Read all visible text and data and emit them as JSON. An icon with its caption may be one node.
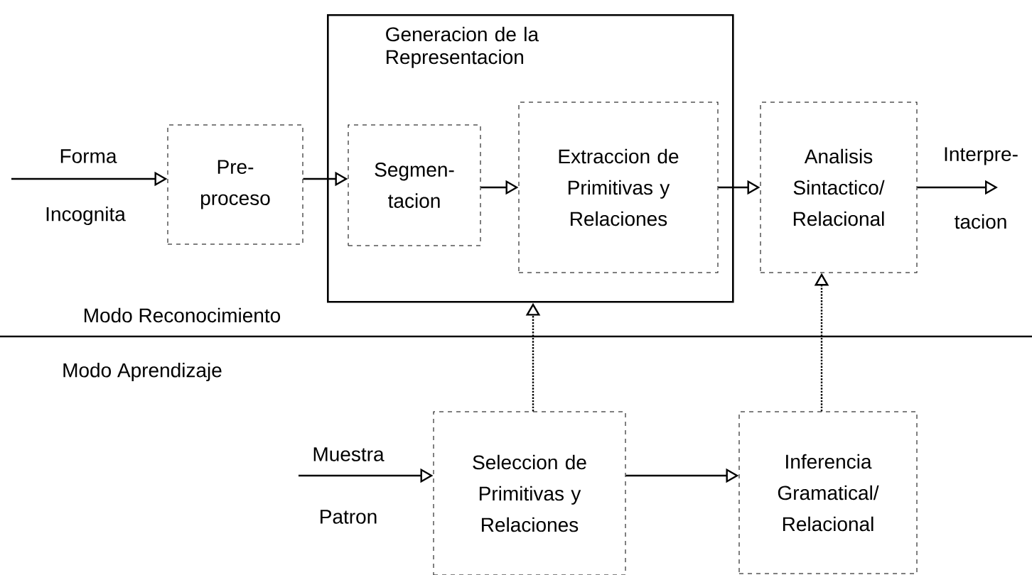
{
  "diagram": {
    "nodes": [
      {
        "text": [
          "Pre- proceso"
        ]
      },
      {
        "text": [
          "Generacion de la Representacion"
        ]
      },
      {
        "text": [
          "Segmen- tacion"
        ],
        "in": 1
      },
      {
        "text": [
          "Extraccion de Primitivas y Relaciones"
        ],
        "in": 1
      },
      {
        "text": [
          "Analisis Sintactico/ Relacional"
        ]
      },
      {
        "text": [
          "Seleccion de Primitivas y Relaciones"
        ]
      },
      {
        "text": [
          "Inferencia Gramatical/ Relacional"
        ]
      }
    ],
    "edges": [
      {
        "from": null,
        "to": 0,
        "arrow": "to",
        "label": "Forma"
      },
      {
        "from": 0,
        "to": 2,
        "arrow": "to"
      },
      {
        "from": 2,
        "to": 3,
        "arrow": "to"
      },
      {
        "from": 3,
        "to": 4,
        "arrow": "to"
      },
      {
        "from": 4,
        "to": null,
        "arrow": "to",
        "label": "Interpre-"
      },
      {
        "from": null,
        "to": 5,
        "arrow": "to",
        "label": "Muestra"
      },
      {
        "from": 5,
        "to": 6,
        "arrow": "to"
      },
      {
        "from": 5,
        "to": 1,
        "arrow": "to",
        "style": "dashed"
      },
      {
        "from": 6,
        "to": 4,
        "arrow": "to",
        "style": "dashed"
      }
    ],
    "labels": [
      "Incognita",
      "tacion",
      "Modo Reconocimiento",
      "Modo Aprendizaje",
      "Patron"
    ]
  }
}
